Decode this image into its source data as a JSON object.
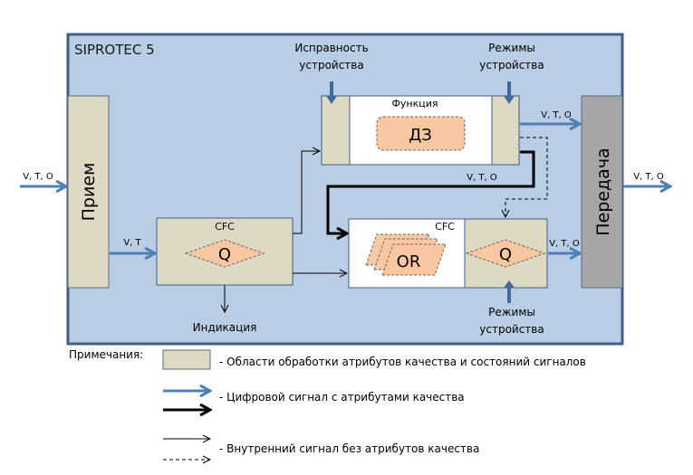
{
  "diagram": {
    "title": "SIPROTEC 5",
    "colors": {
      "container_fill": "#b9cde4",
      "container_border": "#3f5f8a",
      "quality_area_fill": "#ddd9c3",
      "transmit_fill": "#a6a6a6",
      "logic_fill": "#fac8a0",
      "signal_blue": "#4f7fb8",
      "white": "#ffffff"
    },
    "blocks": {
      "receive": {
        "label": "Прием"
      },
      "transmit": {
        "label": "Передача"
      },
      "cfc1": {
        "title": "CFC",
        "symbol": "Q"
      },
      "function": {
        "title": "Функция",
        "symbol": "ДЗ"
      },
      "cfc2": {
        "title": "CFC",
        "logic": "OR",
        "symbol": "Q"
      }
    },
    "labels": {
      "input_signal": "V, T, O",
      "receive_to_cfc": "V, T",
      "function_out": "V, T, O",
      "function_loop": "V, T, O",
      "cfc2_out": "V, T, O",
      "output_signal": "V, T, O",
      "indication": "Индикация",
      "device_health_line1": "Исправность",
      "device_health_line2": "устройства",
      "device_modes_top_line1": "Режимы",
      "device_modes_top_line2": "устройства",
      "device_modes_bottom_line1": "Режимы",
      "device_modes_bottom_line2": "устройства"
    }
  },
  "legend": {
    "heading": "Примечания:",
    "items": [
      {
        "symbol": "quality-area-swatch",
        "text": "- Области обработки атрибутов качества и состояний сигналов"
      },
      {
        "symbol": "blue-and-bold-arrows",
        "text": "- Цифровой сигнал с атрибутами качества"
      },
      {
        "symbol": "thin-and-dashed-arrows",
        "text": "- Внутренний сигнал без атрибутов качества"
      }
    ]
  }
}
